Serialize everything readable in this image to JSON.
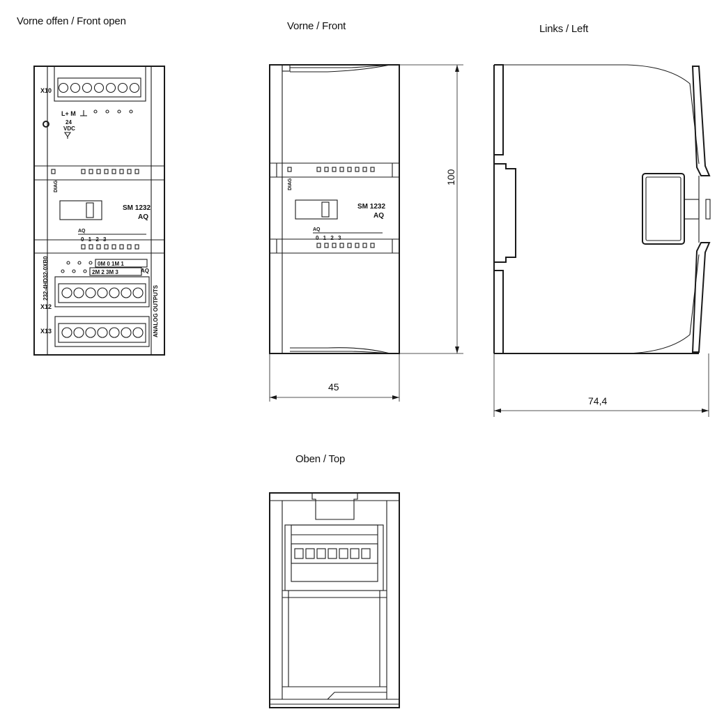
{
  "views": {
    "front_open": {
      "title": "Vorne offen / Front open",
      "x10": "X10",
      "x12": "X12",
      "x13": "X13",
      "supply_labels": "L+ M",
      "voltage": "24",
      "vdc": "VDC",
      "diag": "DIAG",
      "model": "SM 1232",
      "type": "AQ",
      "aq_header": "AQ",
      "channels": "0 1 2 3",
      "order_number": "232-4HD32-0XB0",
      "term_row1": "0M  0 1M  1",
      "term_row2": "2M  2 3M  3",
      "term_aq": "AQ",
      "analog_outputs": "ANALOG OUTPUTS"
    },
    "front": {
      "title": "Vorne / Front",
      "diag": "DIAG",
      "model": "SM 1232",
      "type": "AQ",
      "aq_header": "AQ",
      "channels": "0 1 2 3",
      "height_dim": "100",
      "width_dim": "45"
    },
    "left": {
      "title": "Links / Left",
      "depth_dim": "74,4"
    },
    "top": {
      "title": "Oben / Top"
    }
  }
}
